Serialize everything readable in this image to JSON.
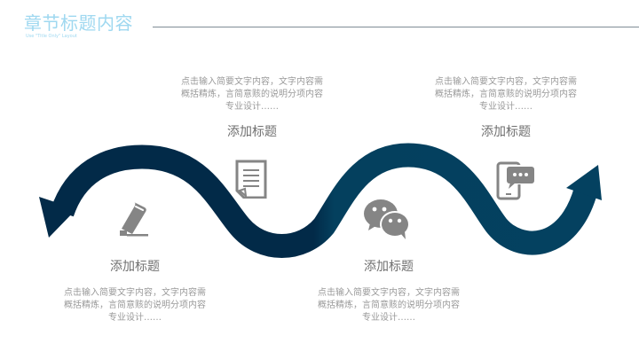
{
  "header": {
    "title": "章节标题内容",
    "subtitle": "Use \"Title Only\" Layout"
  },
  "colors": {
    "title": "#9fd8f0",
    "wave_dark": "#022a48",
    "wave_teal": "#04405e",
    "icon_gray": "#858585",
    "text_gray": "#9a9a9a"
  },
  "steps": [
    {
      "icon": "eraser-icon",
      "heading": "添加标题",
      "desc_line1": "点击输入简要文字内容，文字内容需",
      "desc_line2": "概括精炼，言简意赅的说明分项内容",
      "desc_line3": "专业设计……"
    },
    {
      "icon": "document-icon",
      "heading": "添加标题",
      "desc_line1": "点击输入简要文字内容，文字内容需",
      "desc_line2": "概括精炼，言简意赅的说明分项内容",
      "desc_line3": "专业设计……"
    },
    {
      "icon": "chat-bubbles-icon",
      "heading": "添加标题",
      "desc_line1": "点击输入简要文字内容，文字内容需",
      "desc_line2": "概括精炼，言简意赅的说明分项内容",
      "desc_line3": "专业设计……"
    },
    {
      "icon": "phone-message-icon",
      "heading": "添加标题",
      "desc_line1": "点击输入简要文字内容，文字内容需",
      "desc_line2": "概括精炼，言简意赅的说明分项内容",
      "desc_line3": "专业设计……"
    }
  ]
}
